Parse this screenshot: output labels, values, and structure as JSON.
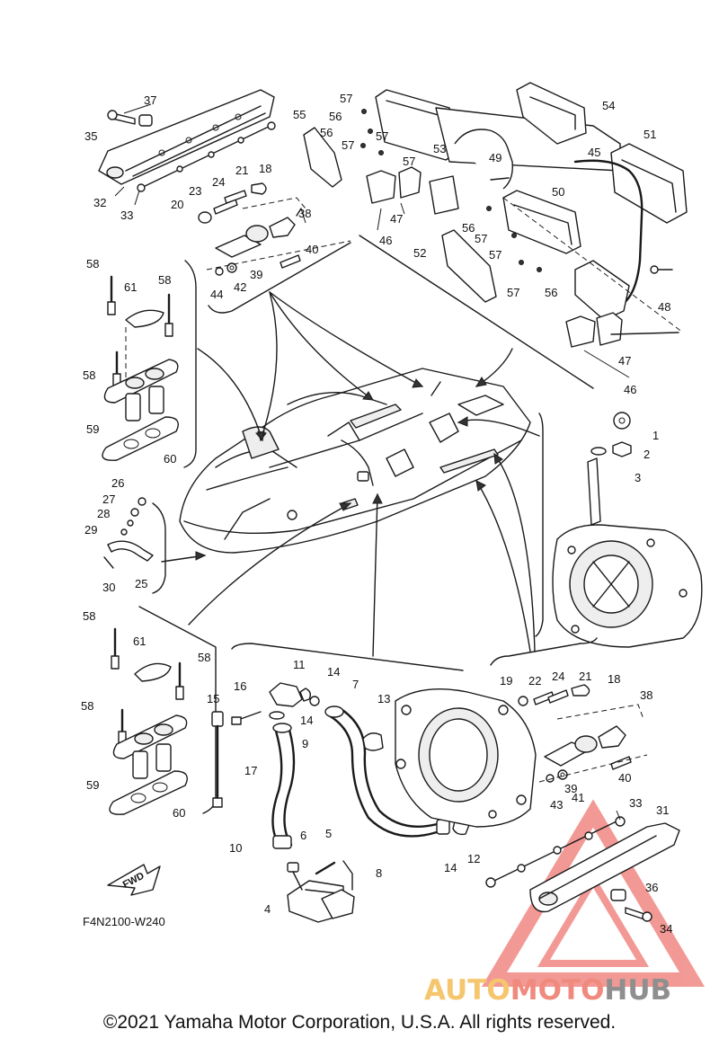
{
  "figure_code": "F4N2100-W240",
  "fwd_label": "FWD",
  "copyright": "©2021 Yamaha Motor Corporation, U.S.A. All rights reserved.",
  "watermark": {
    "part1": "AUTO",
    "part2": "MOTO",
    "part3": "HUB",
    "colors": {
      "auto": "#f5c66d",
      "moto": "#f08a7e",
      "hub": "#8f8f8f",
      "triangle": "#e8473f"
    }
  },
  "callouts": [
    "1",
    "2",
    "3",
    "4",
    "5",
    "6",
    "7",
    "8",
    "9",
    "10",
    "11",
    "12",
    "13",
    "14",
    "14",
    "14",
    "15",
    "16",
    "17",
    "18",
    "18",
    "19",
    "20",
    "21",
    "21",
    "22",
    "23",
    "24",
    "24",
    "25",
    "26",
    "27",
    "28",
    "29",
    "30",
    "31",
    "32",
    "33",
    "33",
    "34",
    "35",
    "36",
    "37",
    "38",
    "38",
    "39",
    "39",
    "40",
    "40",
    "41",
    "42",
    "43",
    "44",
    "45",
    "46",
    "46",
    "47",
    "47",
    "48",
    "49",
    "50",
    "51",
    "52",
    "53",
    "54",
    "55",
    "56",
    "56",
    "56",
    "56",
    "57",
    "57",
    "57",
    "57",
    "57",
    "57",
    "57",
    "58",
    "58",
    "58",
    "58",
    "58",
    "58",
    "59",
    "59",
    "60",
    "60",
    "61",
    "61"
  ]
}
